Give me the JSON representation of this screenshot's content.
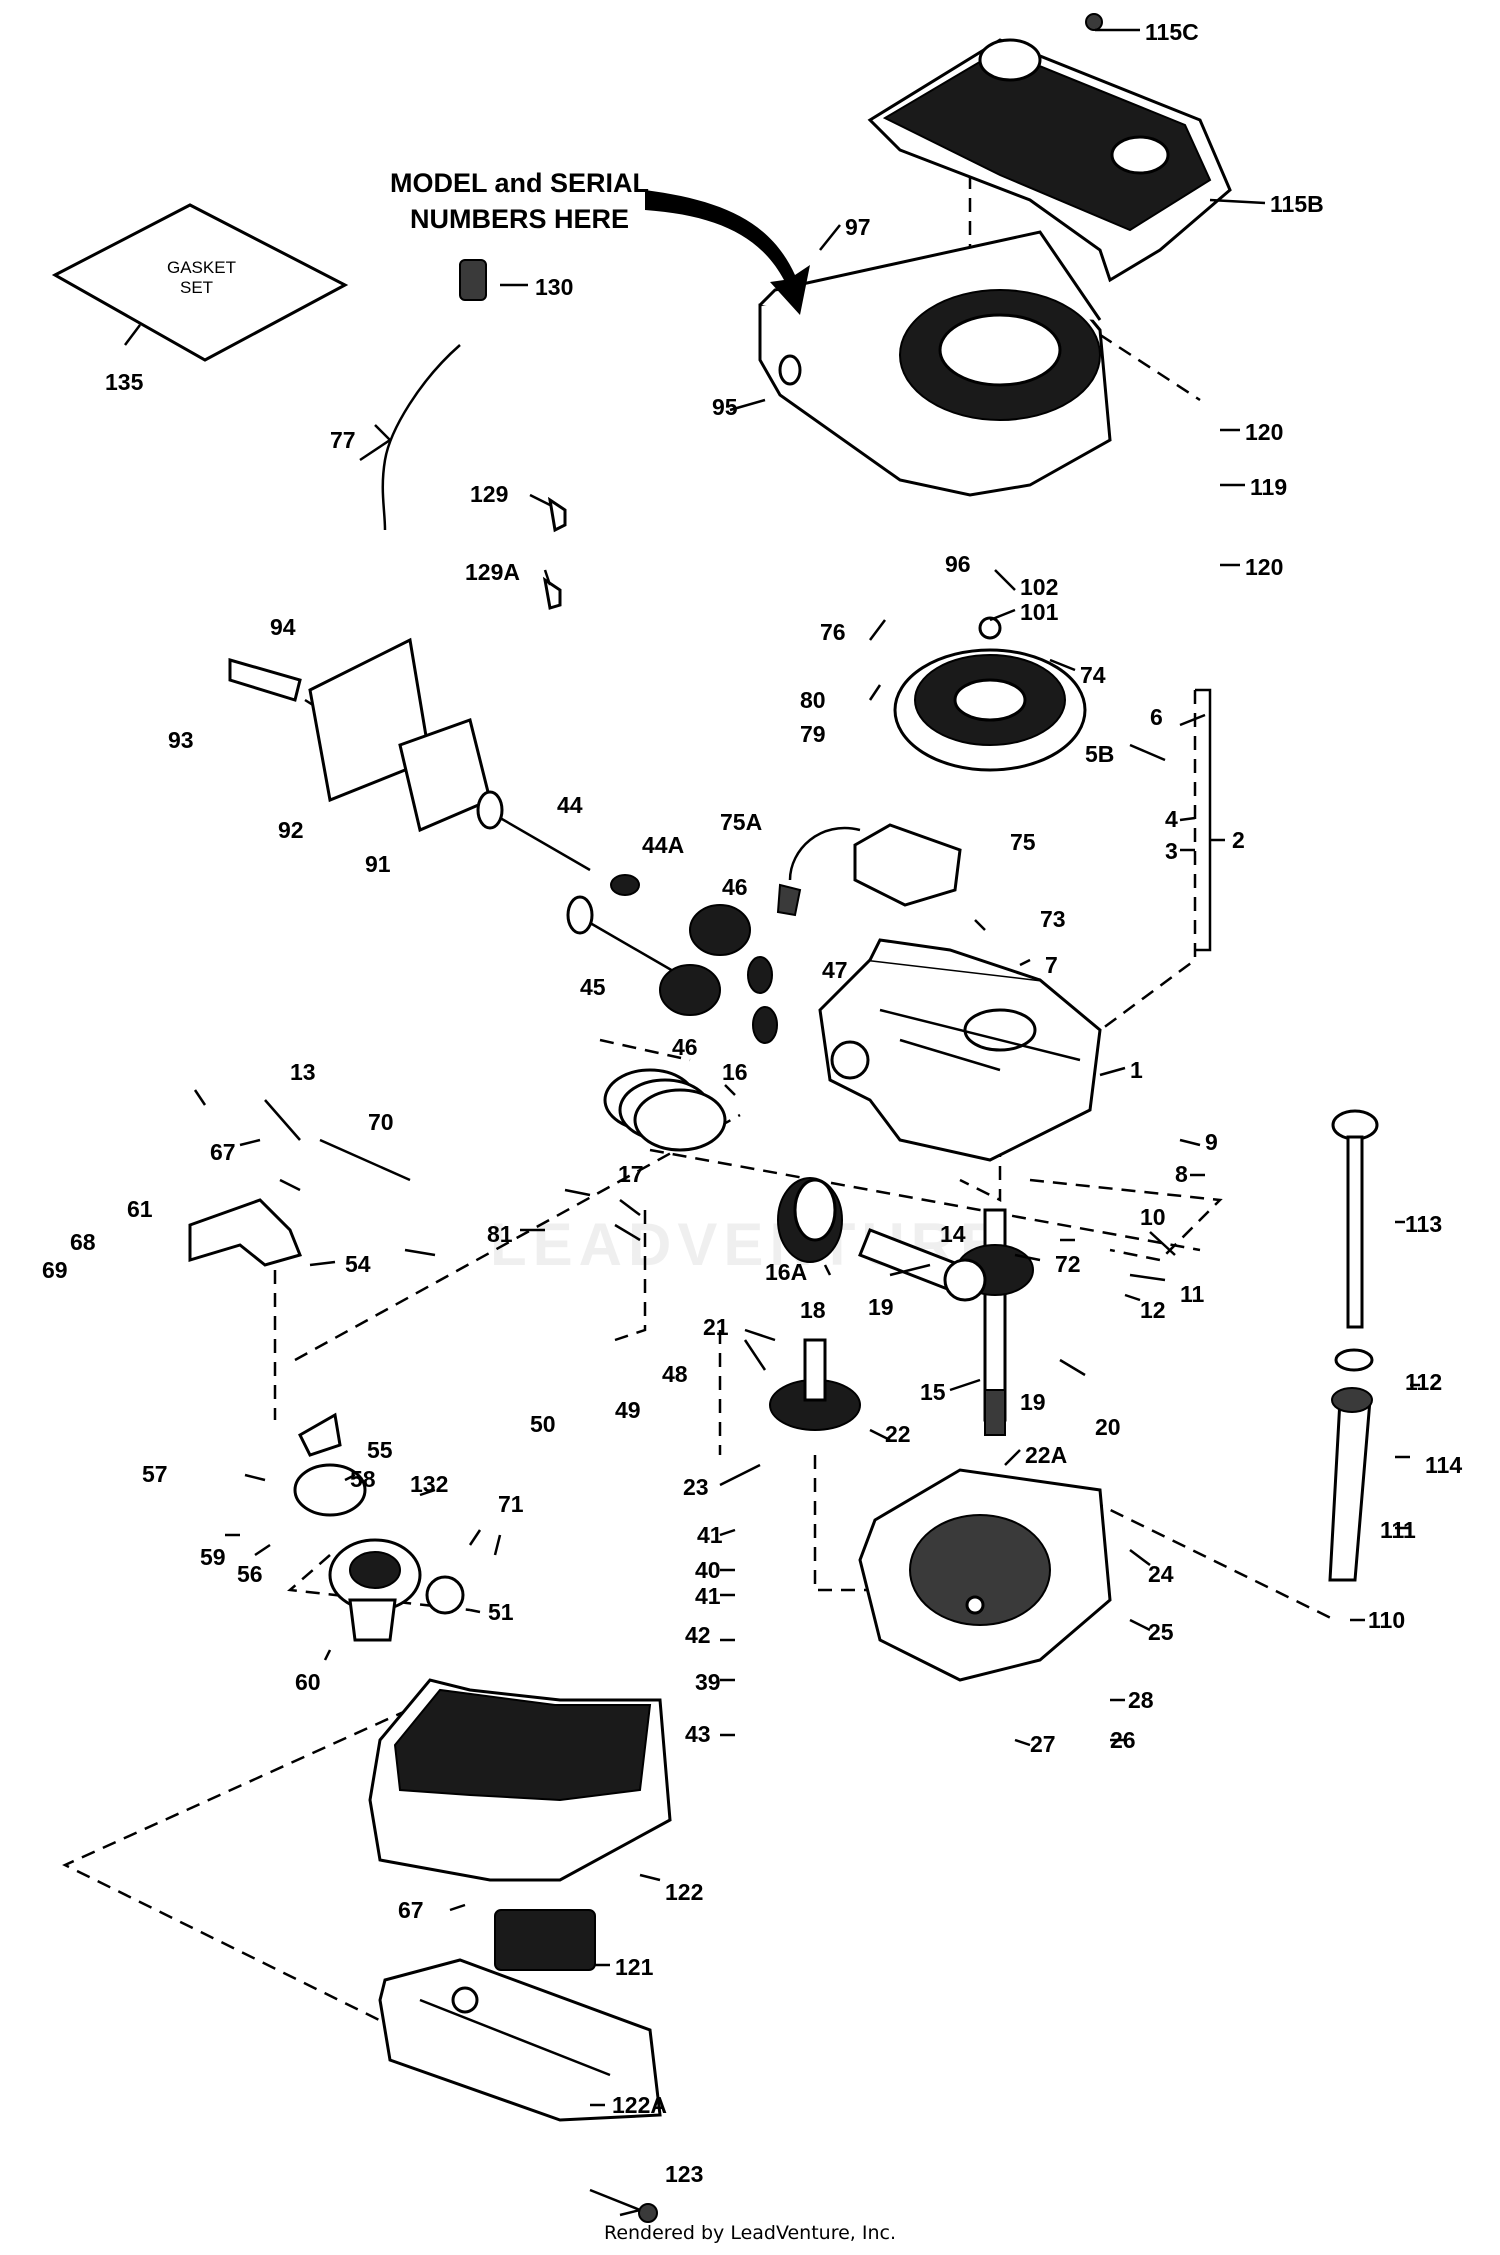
{
  "callout": {
    "line1": "MODEL and SERIAL",
    "line2": "NUMBERS HERE"
  },
  "gasket_set": {
    "line1": "GASKET",
    "line2": "SET"
  },
  "watermark": "LEADVENTURE",
  "footer": {
    "credit": "Rendered by LeadVenture, Inc."
  },
  "parts": {
    "p115C": "115C",
    "p115B": "115B",
    "p97": "97",
    "p135": "135",
    "p130": "130",
    "p95": "95",
    "p120a": "120",
    "p119": "119",
    "p120b": "120",
    "p77": "77",
    "p129": "129",
    "p129A": "129A",
    "p96": "96",
    "p102": "102",
    "p101": "101",
    "p94": "94",
    "p76": "76",
    "p74": "74",
    "p93": "93",
    "p80": "80",
    "p6": "6",
    "p79": "79",
    "p5B": "5B",
    "p92": "92",
    "p91": "91",
    "p44": "44",
    "p4": "4",
    "p3": "3",
    "p2": "2",
    "p44A": "44A",
    "p75A": "75A",
    "p75": "75",
    "p46a": "46",
    "p73": "73",
    "p7": "7",
    "p45": "45",
    "p47": "47",
    "p46b": "46",
    "p1": "1",
    "p13": "13",
    "p16": "16",
    "p70": "70",
    "p17": "17",
    "p9": "9",
    "p8": "8",
    "p67a": "67",
    "p113": "113",
    "p81": "81",
    "p61": "61",
    "p10": "10",
    "p68": "68",
    "p14": "14",
    "p54": "54",
    "p72": "72",
    "p69": "69",
    "p16A": "16A",
    "p11": "11",
    "p18": "18",
    "p19a": "19",
    "p12": "12",
    "p21": "21",
    "p48": "48",
    "p112": "112",
    "p19b": "19",
    "p15": "15",
    "p20": "20",
    "p49": "49",
    "p50": "50",
    "p22": "22",
    "p114": "114",
    "p55": "55",
    "p22A": "22A",
    "p57": "57",
    "p23": "23",
    "p58": "58",
    "p132": "132",
    "p71": "71",
    "p111": "111",
    "p41a": "41",
    "p59": "59",
    "p56": "56",
    "p40": "40",
    "p24": "24",
    "p51": "51",
    "p41b": "41",
    "p110": "110",
    "p42": "42",
    "p25": "25",
    "p60": "60",
    "p39": "39",
    "p28": "28",
    "p43": "43",
    "p27": "27",
    "p26": "26",
    "p122": "122",
    "p67b": "67",
    "p121": "121",
    "p122A": "122A",
    "p123": "123"
  }
}
